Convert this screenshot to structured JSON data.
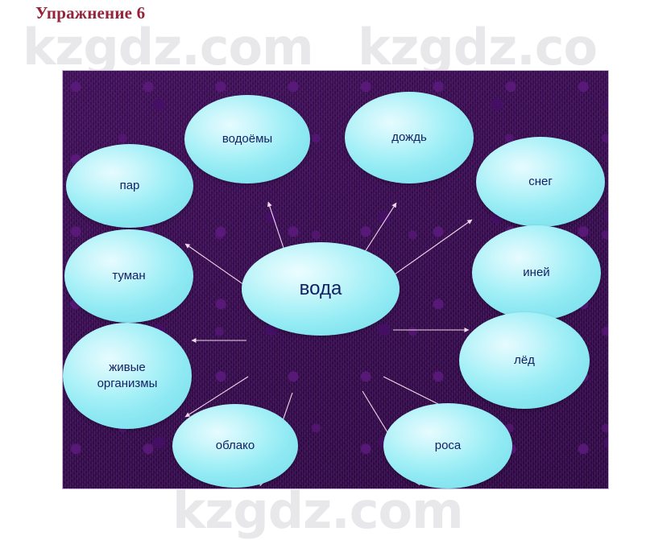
{
  "page": {
    "title": "Упражнение 6",
    "title_color": "#96233a",
    "background_color": "#ffffff"
  },
  "watermark": {
    "top_left": "kzgdz.com",
    "top_right": "kzgdz.co",
    "bottom": "kzgdz.com",
    "color": "#e8e8eb"
  },
  "diagram": {
    "background_color": "#3a0f53",
    "border_color": "#c9b7d6",
    "node_fill_color": "#a6f0f7",
    "node_text_color": "#141f63",
    "connector_color": "#f0d8e8",
    "center": {
      "label": "вода"
    },
    "nodes": [
      {
        "id": "vodoyomy",
        "label": "водоёмы"
      },
      {
        "id": "dozhd",
        "label": "дождь"
      },
      {
        "id": "sneg",
        "label": "снег"
      },
      {
        "id": "par",
        "label": "пар"
      },
      {
        "id": "inei",
        "label": "иней"
      },
      {
        "id": "tuman",
        "label": "туман"
      },
      {
        "id": "lyod",
        "label": "лёд"
      },
      {
        "id": "organizmy",
        "label": "живые\nорганизмы"
      },
      {
        "id": "oblako",
        "label": "облако"
      },
      {
        "id": "rosa",
        "label": "роса"
      }
    ],
    "connections": [
      {
        "from": "вода",
        "to": "водоёмы"
      },
      {
        "from": "вода",
        "to": "дождь"
      },
      {
        "from": "вода",
        "to": "снег"
      },
      {
        "from": "вода",
        "to": "пар"
      },
      {
        "from": "вода",
        "to": "иней"
      },
      {
        "from": "вода",
        "to": "туман"
      },
      {
        "from": "вода",
        "to": "лёд"
      },
      {
        "from": "вода",
        "to": "живые организмы"
      },
      {
        "from": "вода",
        "to": "облако"
      },
      {
        "from": "вода",
        "to": "роса"
      }
    ]
  }
}
